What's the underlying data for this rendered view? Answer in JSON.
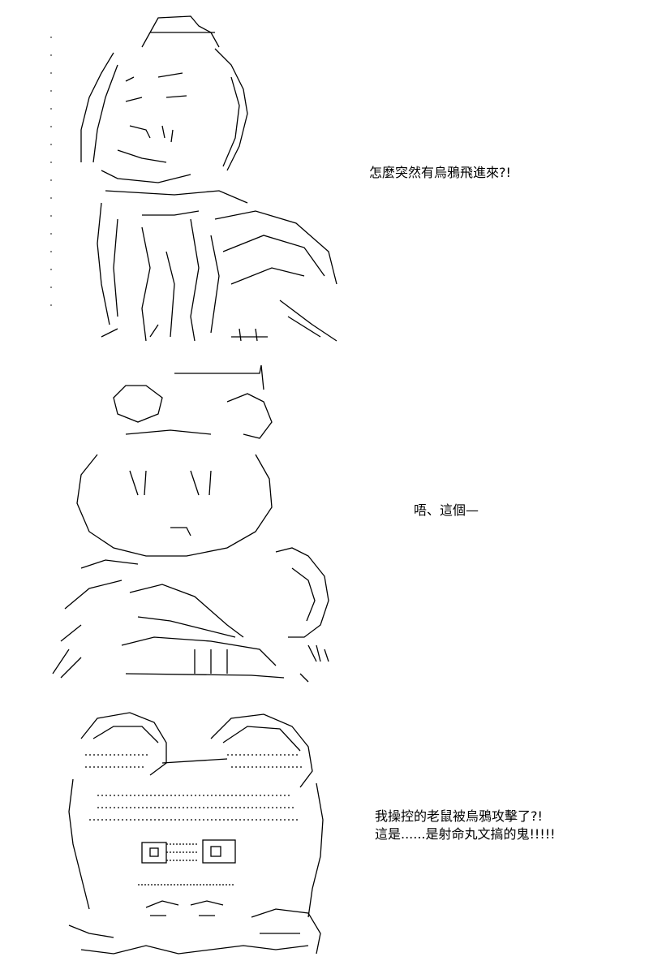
{
  "panels": [
    {
      "caption_lines": [
        "怎麼突然有烏鴉飛進來?!"
      ]
    },
    {
      "caption_lines": [
        "唔、這個—"
      ]
    },
    {
      "caption_lines": [
        "我操控的老鼠被烏鴉攻擊了?!",
        "這是......是射命丸文搞的鬼!!!!!"
      ]
    }
  ],
  "colors": {
    "ink": "#000000",
    "background": "#ffffff"
  }
}
